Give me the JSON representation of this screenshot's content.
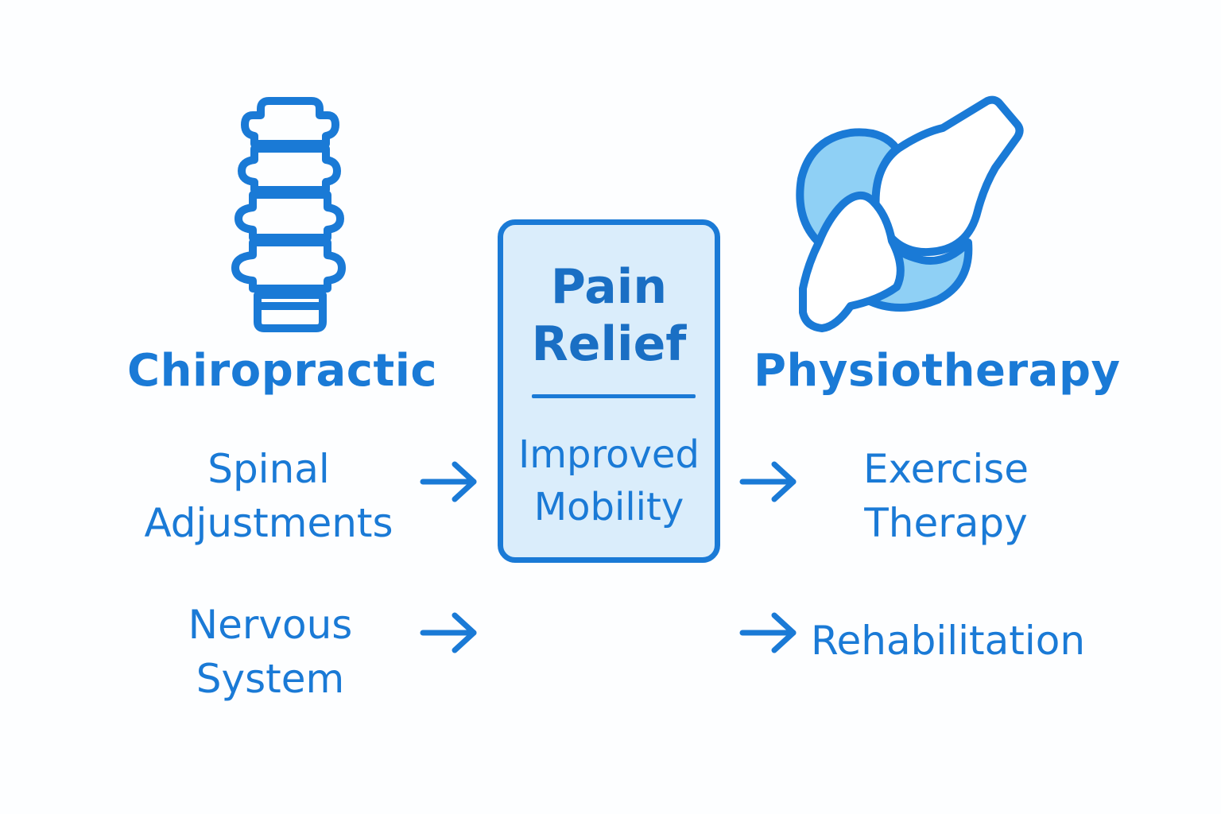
{
  "left": {
    "title": "Chiropractic",
    "icon": "spine-icon",
    "items": [
      {
        "line1": "Spinal",
        "line2": "Adjustments"
      },
      {
        "line1": "Nervous",
        "line2": "System"
      }
    ]
  },
  "center": {
    "title_line1": "Pain",
    "title_line2": "Relief",
    "sub_line1": "Improved",
    "sub_line2": "Mobility"
  },
  "right": {
    "title": "Physiotherapy",
    "icon": "joint-icon",
    "items": [
      {
        "line1": "Exercise",
        "line2": "Therapy"
      },
      {
        "line1": "Rehabilitation"
      }
    ]
  },
  "colors": {
    "primary": "#1a7ad6",
    "box_fill": "#daedfb",
    "joint_fill": "#8fd0f5",
    "background": "#fdfeff"
  }
}
